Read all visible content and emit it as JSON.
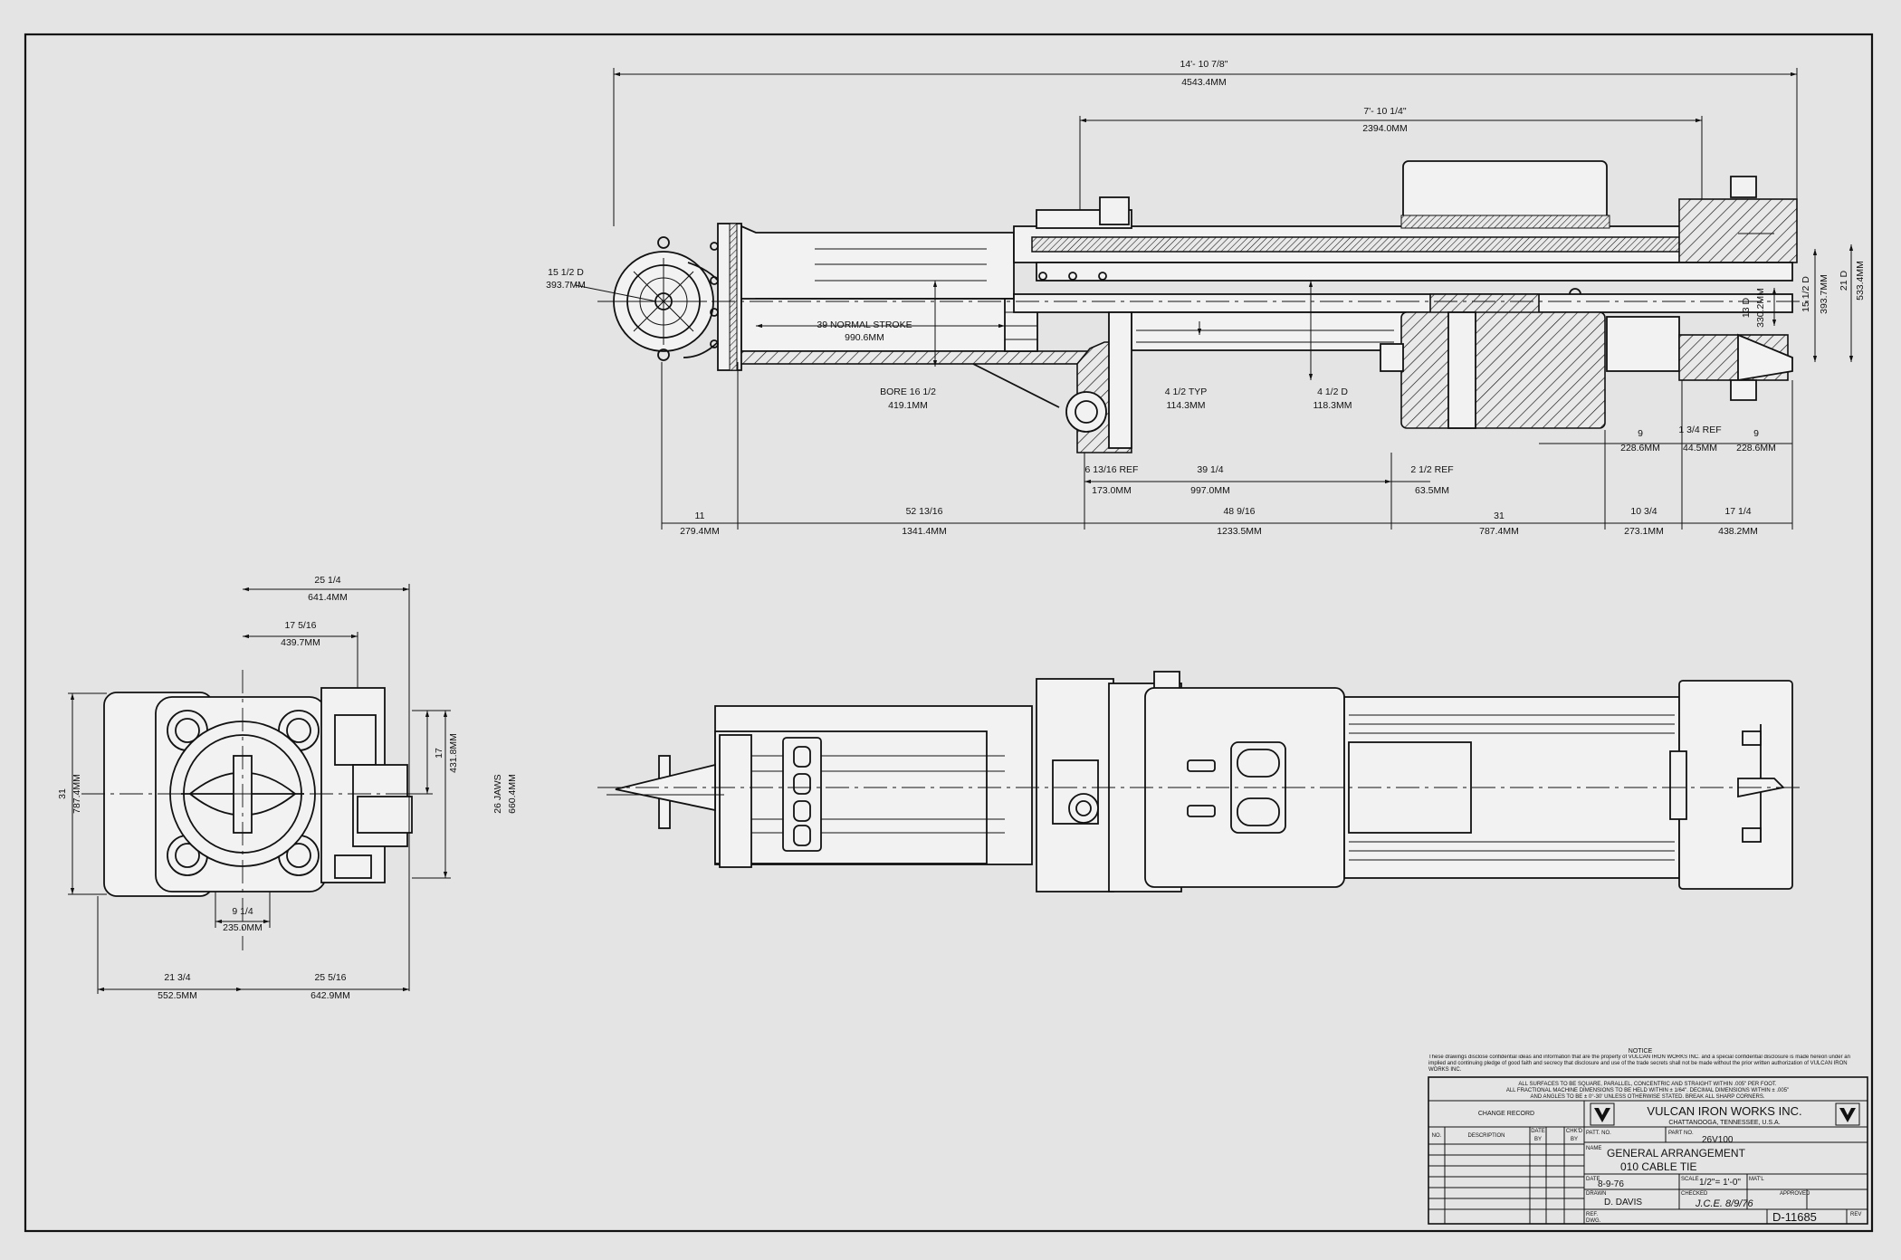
{
  "dimensions": {
    "top": [
      {
        "n": "overall",
        "frac": "14'- 10 7/8\"",
        "mm": "4543.4MM"
      },
      {
        "n": "upper",
        "frac": "7'- 10 1/4\"",
        "mm": "2394.0MM"
      },
      {
        "n": "left_dia",
        "frac": "15 1/2 D",
        "mm": "393.7MM"
      },
      {
        "n": "stroke",
        "frac": "39 NORMAL STROKE",
        "mm": "990.6MM"
      },
      {
        "n": "bore",
        "frac": "BORE 16 1/2",
        "mm": "419.1MM"
      },
      {
        "n": "typ",
        "frac": "4 1/2 TYP",
        "mm": "114.3MM"
      },
      {
        "n": "d4",
        "frac": "4 1/2 D",
        "mm": "118.3MM"
      },
      {
        "n": "r13d",
        "frac": "13 D",
        "mm": "330.2MM"
      },
      {
        "n": "r15d",
        "frac": "15 1/2 D",
        "mm": "393.7MM"
      },
      {
        "n": "r21d",
        "frac": "21 D",
        "mm": "533.4MM"
      },
      {
        "n": "ref1",
        "frac": "6 13/16 REF",
        "mm": "173.0MM"
      },
      {
        "n": "mid39",
        "frac": "39 1/4",
        "mm": "997.0MM"
      },
      {
        "n": "ref2",
        "frac": "2 1/2 REF",
        "mm": "63.5MM"
      },
      {
        "n": "r9a",
        "frac": "9",
        "mm": "228.6MM"
      },
      {
        "n": "ref3",
        "frac": "1 3/4 REF",
        "mm": "44.5MM"
      },
      {
        "n": "r9b",
        "frac": "9",
        "mm": "228.6MM"
      },
      {
        "n": "b11",
        "frac": "11",
        "mm": "279.4MM"
      },
      {
        "n": "b52",
        "frac": "52 13/16",
        "mm": "1341.4MM"
      },
      {
        "n": "b48",
        "frac": "48 9/16",
        "mm": "1233.5MM"
      },
      {
        "n": "b31",
        "frac": "31",
        "mm": "787.4MM"
      },
      {
        "n": "b10",
        "frac": "10 3/4",
        "mm": "273.1MM"
      },
      {
        "n": "b17",
        "frac": "17 1/4",
        "mm": "438.2MM"
      }
    ],
    "end_view": [
      {
        "n": "w25",
        "frac": "25 1/4",
        "mm": "641.4MM"
      },
      {
        "n": "w17",
        "frac": "17 5/16",
        "mm": "439.7MM"
      },
      {
        "n": "h31",
        "frac": "31",
        "mm": "787.4MM"
      },
      {
        "n": "h17",
        "frac": "17",
        "mm": "431.8MM"
      },
      {
        "n": "jaws",
        "frac": "26 JAWS",
        "mm": "660.4MM"
      },
      {
        "n": "c9",
        "frac": "9 1/4",
        "mm": "235.0MM"
      },
      {
        "n": "b21",
        "frac": "21 3/4",
        "mm": "552.5MM"
      },
      {
        "n": "b25",
        "frac": "25 5/16",
        "mm": "642.9MM"
      }
    ]
  },
  "notice": {
    "heading": "NOTICE",
    "body": "These drawings disclose confidential ideas and information that are the property of VULCAN IRON WORKS INC. and a special confidential disclosure is made hereon under an implied and continuing pledge of good faith and secrecy that disclosure and use of the trade secrets shall not be made without the prior written authorization of VULCAN IRON WORKS INC.",
    "spec1": "ALL SURFACES TO BE SQUARE, PARALLEL, CONCENTRIC AND STRAIGHT WITHIN .005\" PER FOOT.",
    "spec2": "ALL FRACTIONAL MACHINE DIMENSIONS TO BE HELD WITHIN ± 1/64\". DECIMAL DIMENSIONS WITHIN ± .005\"",
    "spec3": "AND ANGLES TO BE ± 0°-30' UNLESS OTHERWISE STATED. BREAK ALL SHARP CORNERS."
  },
  "title_block": {
    "change_record": "CHANGE RECORD",
    "col_no": "NO.",
    "col_desc": "DESCRIPTION",
    "col_date": "DATE",
    "col_by": "BY",
    "col_chkd": "CHK'D",
    "col_by2": "BY",
    "company": "VULCAN IRON WORKS INC.",
    "location": "CHATTANOOGA, TENNESSEE, U.S.A.",
    "patt_label": "PATT. NO.",
    "part_label": "PART NO.",
    "part_no": "26V100",
    "name_label": "NAME",
    "name1": "GENERAL ARRANGEMENT",
    "name2": "010 CABLE TIE",
    "date_label": "DATE",
    "date": "8-9-76",
    "scale_label": "SCALE",
    "scale": "1/2\"= 1'-0\"",
    "mat_label": "MAT'L",
    "drawn_label": "DRAWN",
    "drawn": "D. DAVIS",
    "checked_label": "CHECKED",
    "checked": "J.C.E. 8/9/76",
    "approved_label": "APPROVED",
    "ref_label": "REF.",
    "dwg_label": "DWG.",
    "dwg_no": "D-11685",
    "rev_label": "REV"
  }
}
